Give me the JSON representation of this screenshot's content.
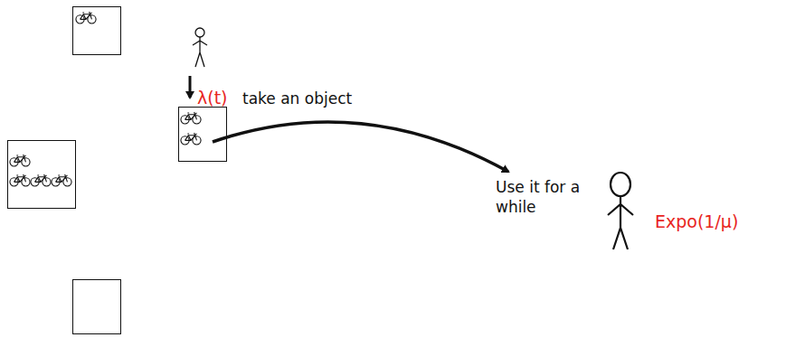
{
  "diagram": {
    "labels": [
      "λ(t)",
      "take an object",
      "Use it for a while",
      "Expo(1/μ)"
    ]
  }
}
